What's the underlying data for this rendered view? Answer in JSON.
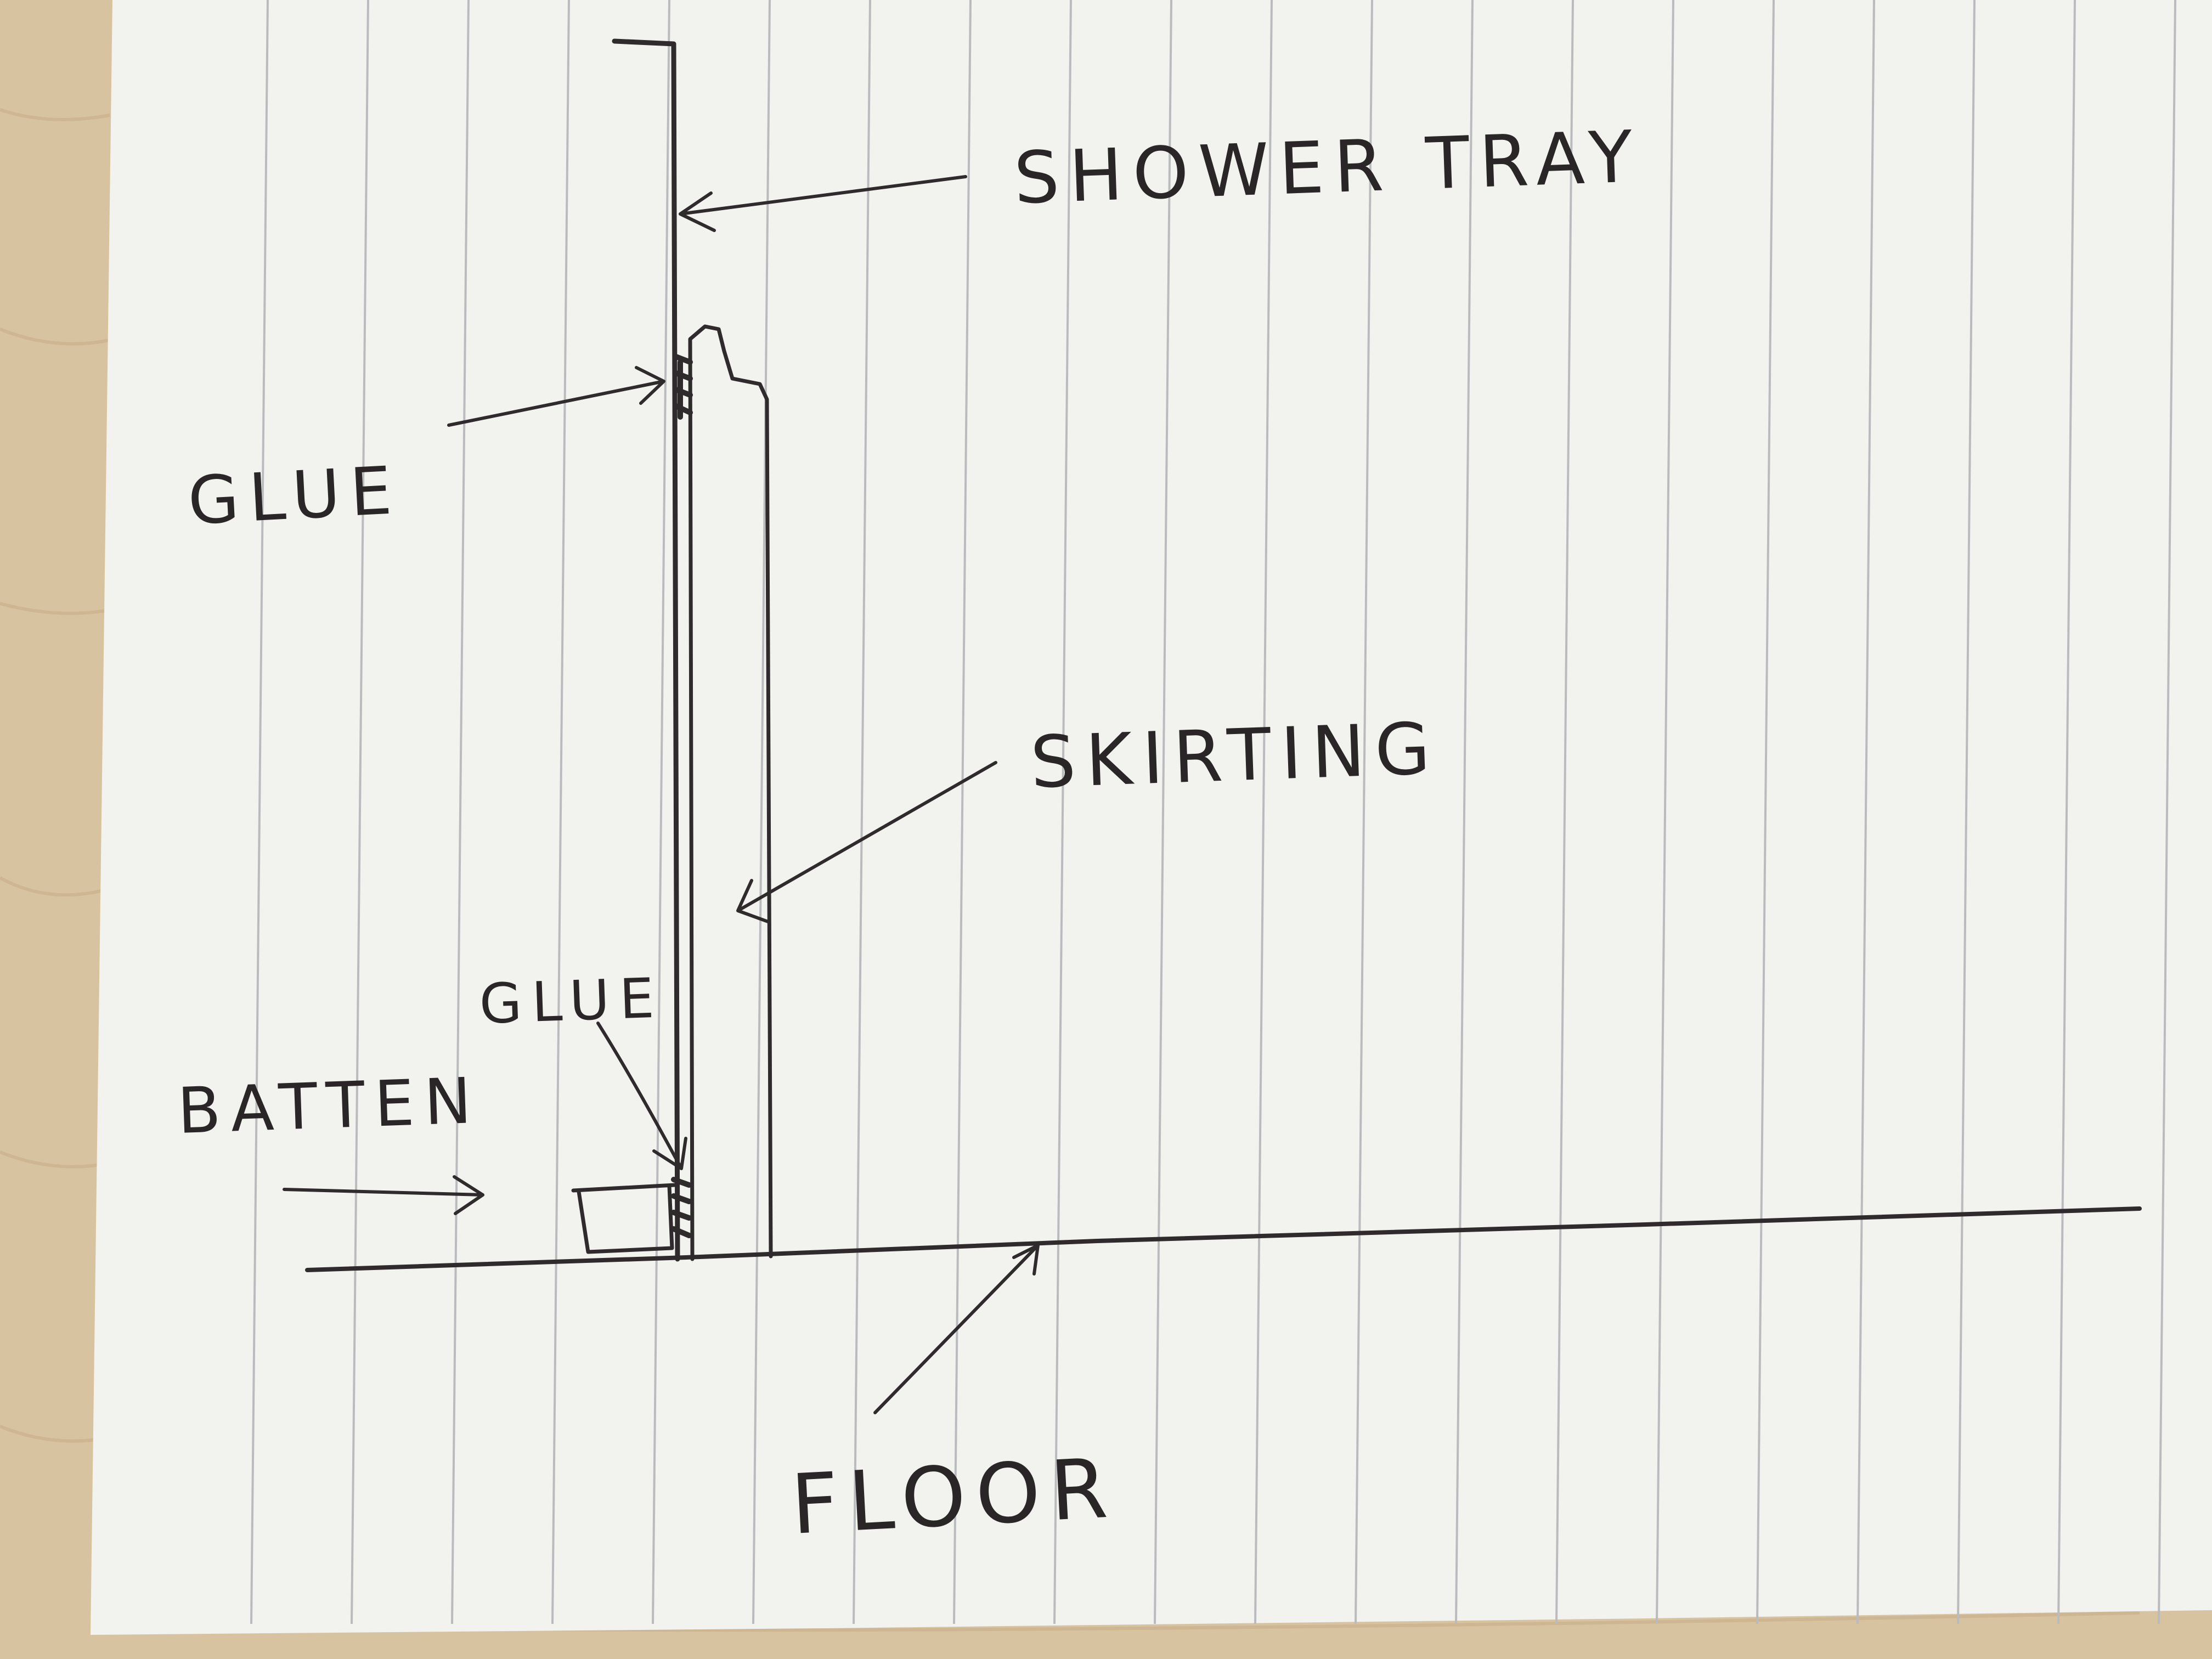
{
  "labels": {
    "shower_tray": "SHOWER TRAY",
    "glue_top": "GLUE",
    "skirting": "SKIRTING",
    "glue_bottom": "GLUE",
    "batten": "BATTEN",
    "floor": "FLOOR"
  },
  "colors": {
    "desk": "#d8c3a0",
    "paper": "#f2f2ef",
    "rule_line": "#b9bbbd",
    "ink": "#2f2a2c"
  }
}
